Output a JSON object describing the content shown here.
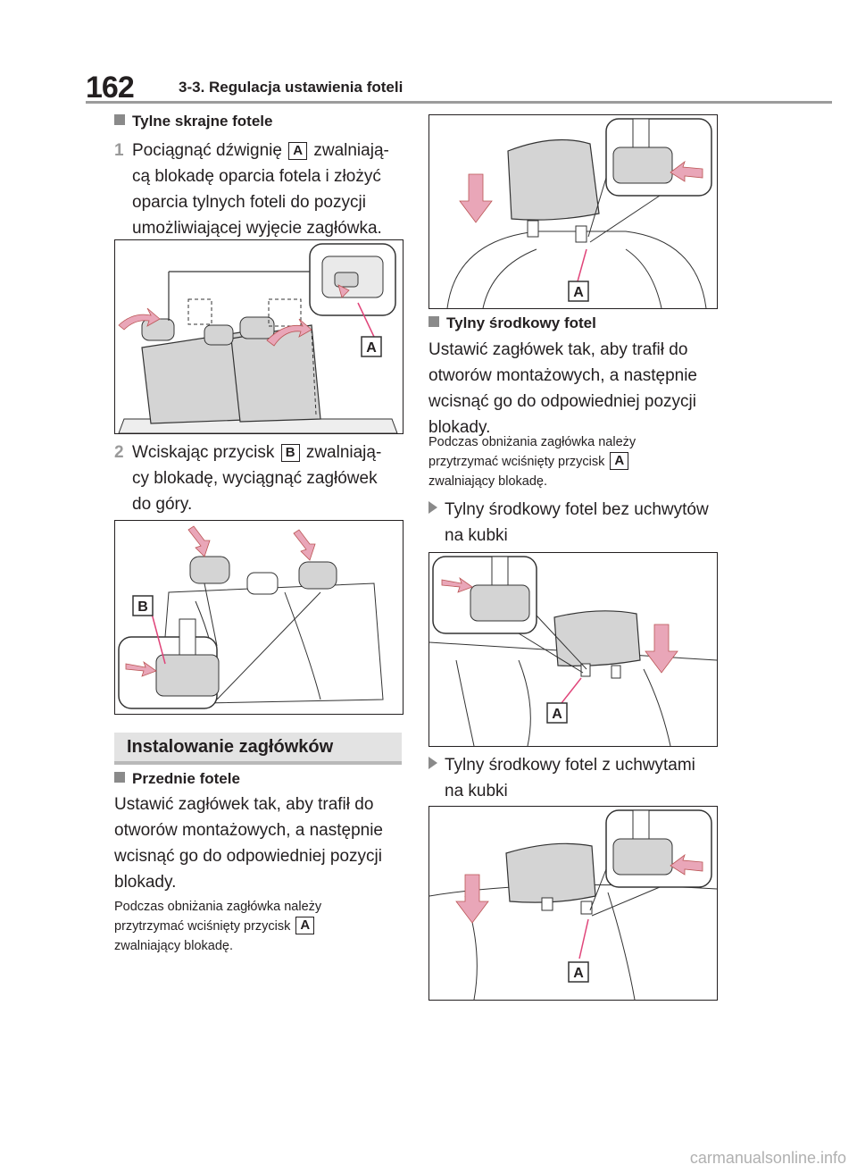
{
  "header": {
    "page_number": "162",
    "section_title": "3-3. Regulacja ustawienia foteli"
  },
  "left": {
    "rear_outer_heading": "Tylne skrajne fotele",
    "step1_num": "1",
    "step1_a": "Pociągnąć dźwignię",
    "step1_label": "A",
    "step1_b": "zwalniają-",
    "step1_line2": "cą blokadę oparcia fotela i złożyć",
    "step1_line3": "oparcia tylnych foteli do pozycji",
    "step1_line4": "umożliwiającej wyjęcie zagłówka.",
    "fig1_label": "A",
    "step2_num": "2",
    "step2_a": "Wciskając przycisk",
    "step2_label": "B",
    "step2_b": "zwalniają-",
    "step2_line2": "cy blokadę, wyciągnąć zagłówek",
    "step2_line3": "do góry.",
    "fig2_label": "B",
    "banner": "Instalowanie zagłówków",
    "front_heading": "Przednie fotele",
    "front_line1": "Ustawić zagłówek tak, aby trafił do",
    "front_line2": "otworów montażowych, a następnie",
    "front_line3": "wcisnąć go do odpowiedniej pozycji",
    "front_line4": "blokady.",
    "front_note1": "Podczas obniżania zagłówka należy",
    "front_note2a": "przytrzymać wciśnięty przycisk",
    "front_note_label": "A",
    "front_note3": "zwalniający blokadę."
  },
  "right": {
    "fig3_label": "A",
    "rear_center_heading": "Tylny środkowy fotel",
    "center_line1": "Ustawić zagłówek tak, aby trafił do",
    "center_line2": "otworów montażowych, a następnie",
    "center_line3": "wcisnąć go do odpowiedniej pozycji",
    "center_line4": "blokady.",
    "center_note1": "Podczas obniżania zagłówka należy",
    "center_note2a": "przytrzymać wciśnięty przycisk",
    "center_note_label": "A",
    "center_note3": "zwalniający blokadę.",
    "no_cup_line1": "Tylny środkowy fotel bez uchwytów",
    "no_cup_line2": "na kubki",
    "fig4_label": "A",
    "cup_line1": "Tylny środkowy fotel z uchwytami",
    "cup_line2": "na kubki",
    "fig5_label": "A"
  },
  "footer": {
    "watermark": "carmanualsonline.info"
  },
  "colors": {
    "pink_arrow": "#e9a6b8",
    "pink_line": "#e0457a",
    "seat_gray": "#d4d4d4",
    "rule_gray": "#9c9c9c"
  }
}
